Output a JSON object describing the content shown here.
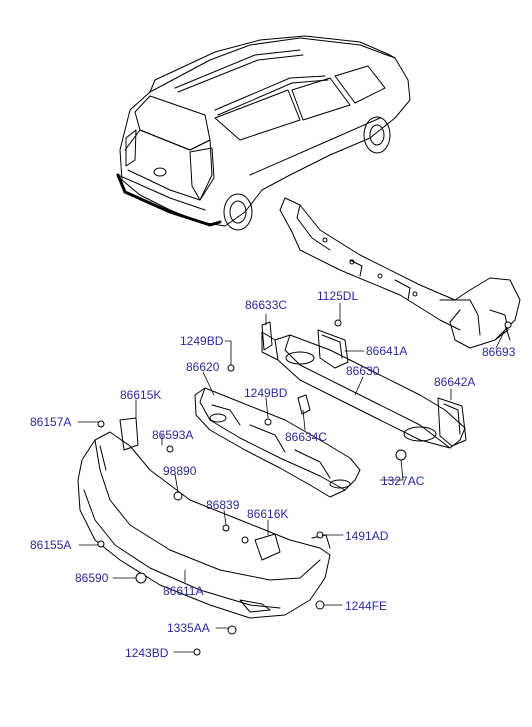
{
  "colors": {
    "label": "#2a2aa0",
    "line": "#000000",
    "background": "#ffffff"
  },
  "callouts": [
    {
      "id": "86633C",
      "text": "86633C"
    },
    {
      "id": "1125DL",
      "text": "1125DL"
    },
    {
      "id": "1249BD_top",
      "text": "1249BD"
    },
    {
      "id": "86641A",
      "text": "86641A"
    },
    {
      "id": "86620",
      "text": "86620"
    },
    {
      "id": "86630",
      "text": "86630"
    },
    {
      "id": "86642A",
      "text": "86642A"
    },
    {
      "id": "1249BD_mid",
      "text": "1249BD"
    },
    {
      "id": "86634C",
      "text": "86634C"
    },
    {
      "id": "86615K",
      "text": "86615K"
    },
    {
      "id": "86157A",
      "text": "86157A"
    },
    {
      "id": "86593A",
      "text": "86593A"
    },
    {
      "id": "98890",
      "text": "98890"
    },
    {
      "id": "1327AC",
      "text": "1327AC"
    },
    {
      "id": "86839",
      "text": "86839"
    },
    {
      "id": "86616K",
      "text": "86616K"
    },
    {
      "id": "1491AD",
      "text": "1491AD"
    },
    {
      "id": "86155A",
      "text": "86155A"
    },
    {
      "id": "86590",
      "text": "86590"
    },
    {
      "id": "86611A",
      "text": "86611A"
    },
    {
      "id": "1244FE",
      "text": "1244FE"
    },
    {
      "id": "1335AA",
      "text": "1335AA"
    },
    {
      "id": "1243BD",
      "text": "1243BD"
    },
    {
      "id": "86693",
      "text": "86693"
    }
  ]
}
